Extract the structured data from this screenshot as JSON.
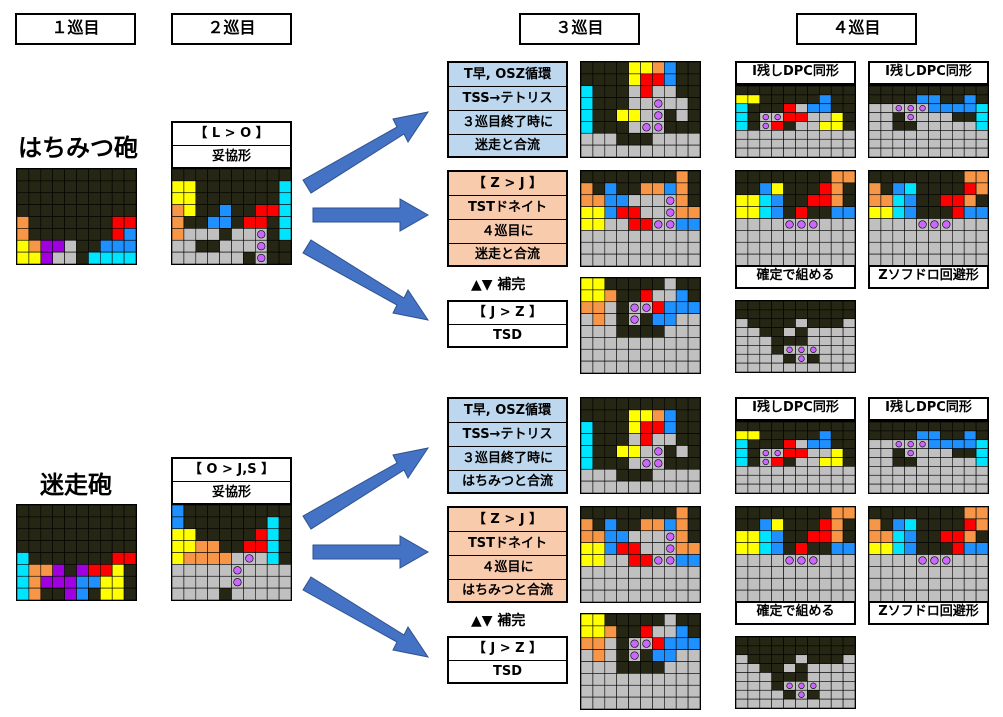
{
  "headers": [
    "１巡目",
    "２巡目",
    "３巡目",
    "４巡目"
  ],
  "sections": [
    {
      "title": "はちみつ砲",
      "second_label": [
        "【 L > O 】",
        "妥協形"
      ],
      "routes": [
        {
          "rows": [
            "T早, OSZ循環",
            "TSS→テトリス",
            "３巡目終了時に",
            "迷走と合流"
          ],
          "bg": "#bdd7ee"
        },
        {
          "rows": [
            "【 Z > J 】",
            "TSTドネイト",
            "４巡目に",
            "迷走と合流"
          ],
          "bg": "#f8cbad"
        },
        {
          "rows": [
            "【 J > Z 】",
            "TSD"
          ],
          "bg": "#ffffff"
        }
      ],
      "hint": "▲▼ 補完",
      "fourth_labels": [
        "I残しDPC同形",
        "I残しDPC同形"
      ],
      "fourth_captions": [
        "確定で組める",
        "Zソフドロ回避形"
      ]
    },
    {
      "title": "迷走砲",
      "second_label": [
        "【 O > J,S 】",
        "妥協形"
      ],
      "routes": [
        {
          "rows": [
            "T早, OSZ循環",
            "TSS→テトリス",
            "３巡目終了時に",
            "はちみつと合流"
          ],
          "bg": "#bdd7ee"
        },
        {
          "rows": [
            "【 Z > J 】",
            "TSTドネイト",
            "４巡目に",
            "はちみつと合流"
          ],
          "bg": "#f8cbad"
        },
        {
          "rows": [
            "【 J > Z 】",
            "TSD"
          ],
          "bg": "#ffffff"
        }
      ],
      "hint": "▲▼ 補完",
      "fourth_labels": [
        "I残しDPC同形",
        "I残しDPC同形"
      ],
      "fourth_captions": [
        "確定で組める",
        "Zソフドロ回避形"
      ]
    }
  ],
  "colors": {
    "dark": "#262614",
    "gray": "#c0c0c0",
    "yellow": "#ffff00",
    "cyan": "#00e5ff",
    "orange": "#f79646",
    "red": "#ff0000",
    "green": "#33cc33",
    "blue": "#1e90ff",
    "purple": "#a000e0",
    "mark": "#cc66ff",
    "markcyan": "#33ccff",
    "arrow": "#4472c4"
  },
  "boards": {
    "hm1": [
      "..........",
      "..........",
      "..........",
      "..........",
      "O.......RR",
      "O.......RB",
      "YOPPG..BBB",
      "YYPGG.CCCC"
    ],
    "hm2": [
      "..........",
      "YY.......C",
      "YY.......C",
      "OY..B..RRC",
      "O..BB.RRXC",
      "OGGG.GGoXC",
      "GG..GGGoXX",
      "GGGGGG.o.."
    ],
    "hm3a": [
      "....YYOB..",
      "....YRRB..",
      "C...GRGG..",
      "C...GGoGG.",
      "C..YYGoXG.",
      "C...GooXXX",
      "GGGXXXGGGG",
      "GGGGGGGGGG"
    ],
    "hm3b": [
      "........O.",
      "O.B..OOBO.",
      "OOBBGGGoO.",
      "YYBRRGGoOO",
      "YYGGRRooBB",
      "GGGGGGGGGG",
      "GGGGGGGGGG",
      "GGGGGGGGGG"
    ],
    "hm3c": [
      "YY.....G..",
      "YYO..RGGB.",
      "OOG.ooRBBB",
      "GOG.oXBBGG",
      "GGG..XXGGG",
      "GGGGGGGGGG",
      "GGGGGGGGGG",
      "GGGGGGGGGG"
    ],
    "hm4a": [
      "..........",
      "YY.....B..",
      "C...RGBB..",
      "C.ooRRGGY.",
      "C.oRXGGYY.",
      "GGGGGGGGGG",
      "GGGGGGGGGG",
      "GGGGGGGGGG"
    ],
    "hm4b": [
      "..........",
      "....BB..B.",
      "GGoooBBBBC",
      "GG.oGGG..C",
      "GG..GGGGGC",
      "GGGGGGGGGG",
      "GGGGGGGGGG",
      "GGGGGGGGGG"
    ],
    "hm4c": [
      "........OO",
      "..BY...RO.",
      "YYCB..RRO.",
      "YYCB.R..BB",
      "GGGGoooGGG",
      "GGGGGGGGGG",
      "GGGGGGGGGG",
      "GGGGGGGGGG"
    ],
    "hm4d": [
      "........OO",
      "O.BC....RO",
      "OOCB..RRO.",
      "YYCB...RBB",
      "GGGGoooGGG",
      "GGGGGGGGGG",
      "GGGGGGGGGG",
      "GGGGGGGGGG"
    ],
    "hm4e": [
      "..........",
      "..........",
      "G....G...G",
      "GG..G.GGGG",
      "GGG...GGGG",
      "GGG.oooGGG",
      "GGGG.o.GGG",
      "GGGGGGGGGG"
    ],
    "mz1": [
      "..........",
      "..........",
      "..........",
      "..........",
      "C.......RR",
      "COOP.PRRY",
      "COPPPBBYY",
      "CO..PB.YY."
    ],
    "mz2": [
      "B.........",
      "B.......C.",
      "YY.....RC.",
      "YYOO..RRC.",
      "YOOOOGoGC.",
      "GGGGGoGGGG",
      "GGGGGoGGGG",
      "GGGG.GGGGG"
    ],
    "mz3a": [
      "..........",
      "....YYOB..",
      "C...YRRB..",
      "C...GRGG..",
      "C..YYGoXG.",
      "C...GooXXX",
      "GGGXXXGGGG",
      "GGGGGGGGGG"
    ],
    "mz3b": [
      "........O.",
      "O.B..OOBO.",
      "OOBBGGGoO.",
      "YYBRRGGoOO",
      "YYGGRRooBB",
      "GGGGGGGGGG",
      "GGGGGGGGGG",
      "GGGGGGGGGG"
    ],
    "mz3c": [
      "YY.....G..",
      "YYO..RGGB.",
      "OOG.ooRBBB",
      "GOG.oXBBGG",
      "GGG..XXGGG",
      "GGGGGGGGGG",
      "GGGGGGGGGG",
      "GGGGGGGGGG"
    ],
    "mz4a": [
      "..........",
      "YY.....B..",
      "C...RGBB..",
      "C.ooRRGGY.",
      "C.oRXGGYY.",
      "GGGGGGGGGG",
      "GGGGGGGGGG",
      "GGGGGGGGGG"
    ],
    "mz4b": [
      "..........",
      "....BB..B.",
      "GGoooBBBBC",
      "GG.oGGG..C",
      "GG..GGGGGC",
      "GGGGGGGGGG",
      "GGGGGGGGGG",
      "GGGGGGGGGG"
    ],
    "mz4c": [
      "........OO",
      "..BY...RO.",
      "YYCB..RRO.",
      "YYCB.R..BB",
      "GGGGoooGGG",
      "GGGGGGGGGG",
      "GGGGGGGGGG",
      "GGGGGGGGGG"
    ],
    "mz4d": [
      "........OO",
      "O.BC....RO",
      "OOCB..RRO.",
      "YYCB...RBB",
      "GGGGoooGGG",
      "GGGGGGGGGG",
      "GGGGGGGGGG",
      "GGGGGGGGGG"
    ],
    "mz4e": [
      "..........",
      "..........",
      "G....G...G",
      "GG..G.GGGG",
      "GGG...GGGG",
      "GGG.oooGGG",
      "GGGG.o.GGG",
      "GGGGGGGGGG"
    ]
  }
}
